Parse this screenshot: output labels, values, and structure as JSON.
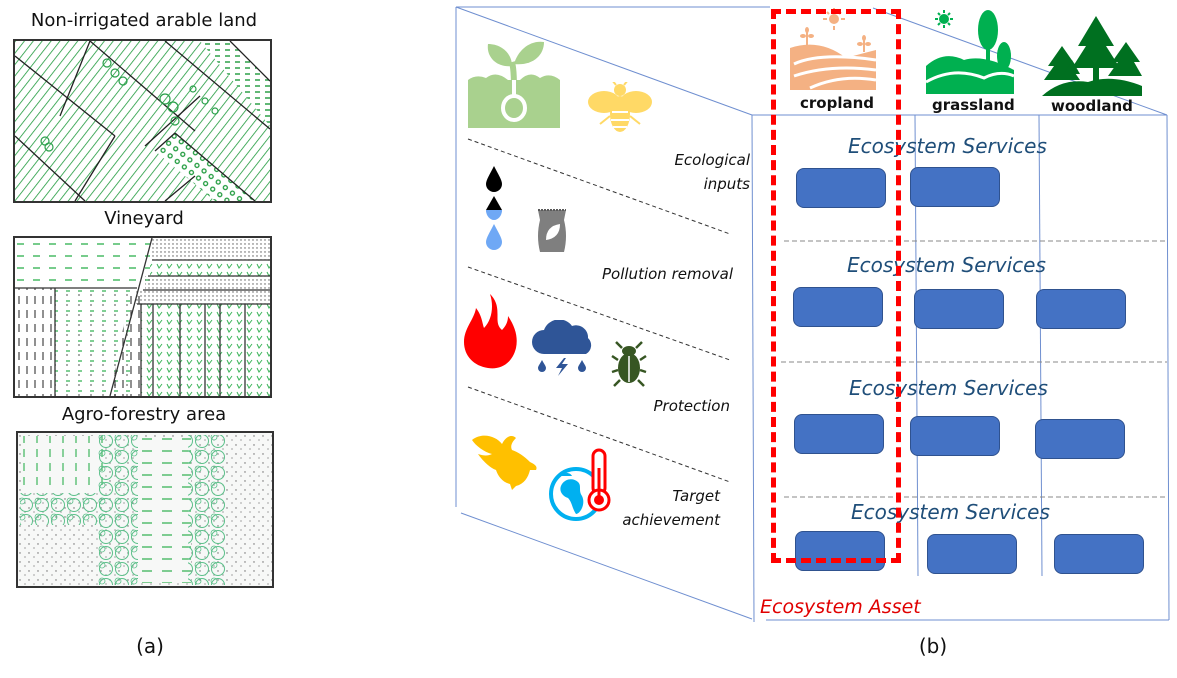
{
  "panel_a": {
    "caption": "(a)",
    "maps": [
      {
        "title": "Non-irrigated arable land"
      },
      {
        "title": "Vineyard"
      },
      {
        "title": "Agro-forestry area"
      }
    ]
  },
  "panel_b": {
    "caption": "(b)",
    "service_categories": [
      {
        "label_line1": "Ecological",
        "label_line2": "inputs",
        "icons": [
          "seedling-icon",
          "bee-icon"
        ]
      },
      {
        "label_line1": "Pollution removal",
        "label_line2": "",
        "icons": [
          "water-drops-icon",
          "fertilizer-bag-icon"
        ]
      },
      {
        "label_line1": "Protection",
        "label_line2": "",
        "icons": [
          "fire-icon",
          "storm-cloud-icon",
          "beetle-icon"
        ]
      },
      {
        "label_line1": "Target",
        "label_line2": "achievement",
        "icons": [
          "eagle-icon",
          "globe-thermometer-icon"
        ]
      }
    ],
    "ecosystems": [
      {
        "label": "cropland",
        "icon": "cropland-icon",
        "color": "#f4b183"
      },
      {
        "label": "grassland",
        "icon": "grassland-icon",
        "color": "#00b050"
      },
      {
        "label": "woodland",
        "icon": "woodland-icon",
        "color": "#007020"
      }
    ],
    "service_rows": [
      {
        "title": "Ecosystem Services",
        "boxes": [
          true,
          true,
          false
        ]
      },
      {
        "title": "Ecosystem Services",
        "boxes": [
          true,
          true,
          true
        ]
      },
      {
        "title": "Ecosystem Services",
        "boxes": [
          true,
          true,
          true
        ]
      },
      {
        "title": "Ecosystem Services",
        "boxes": [
          true,
          true,
          true
        ]
      }
    ],
    "asset_label": "Ecosystem Asset",
    "colors": {
      "service_box": "#4472c4",
      "service_title": "#1f4e79",
      "asset_highlight": "#e00000",
      "frame_line": "#4472c4"
    }
  }
}
